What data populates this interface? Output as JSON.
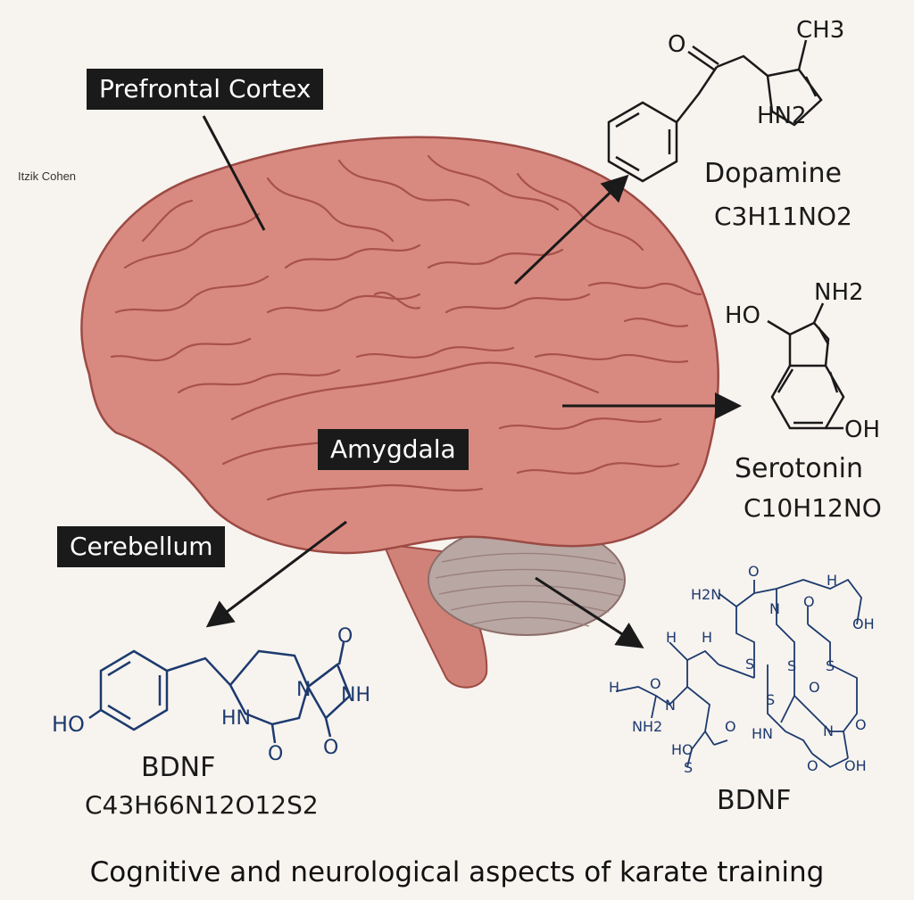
{
  "labels": {
    "prefrontal": "Prefrontal Cortex",
    "amygdala": "Amygdala",
    "cerebellum": "Cerebellum"
  },
  "credit": "Itzik Cohen",
  "molecules": {
    "dopamine": {
      "name": "Dopamine",
      "formula": "C3H11NO2",
      "atoms": {
        "oxygen": "O",
        "methyl": "CH3",
        "amine": "HN2"
      }
    },
    "serotonin": {
      "name": "Serotonin",
      "formula": "C10H12NO",
      "atoms": {
        "hydroxyl_top": "HO",
        "amine": "NH2",
        "hydroxyl_bottom": "OH"
      }
    },
    "bdnf_left": {
      "name": "BDNF",
      "formula": "C43H66N12O12S2",
      "atoms": {
        "hydroxyl": "HO",
        "ring_n": "N",
        "imide": "NH",
        "lactam": "HN",
        "o1": "O",
        "o2": "O",
        "o3": "O"
      }
    },
    "bdnf_right": {
      "name": "BDNF",
      "atoms": {
        "h2n": "H2N",
        "o": "O",
        "n": "N",
        "ho": "HO",
        "oh": "OH",
        "s": "S",
        "nh2": "NH2",
        "hn": "HN",
        "h": "H"
      }
    }
  },
  "footer": "Cognitive and neurological aspects of karate training",
  "colors": {
    "background": "#f7f3ef",
    "brain_fill": "#d98a80",
    "brain_stroke": "#9c4a44",
    "cerebellum_fill": "#b8a7a3",
    "label_bg": "#1a1a1a",
    "structure_black": "#1a1a1a",
    "structure_blue": "#1c3a6e"
  }
}
